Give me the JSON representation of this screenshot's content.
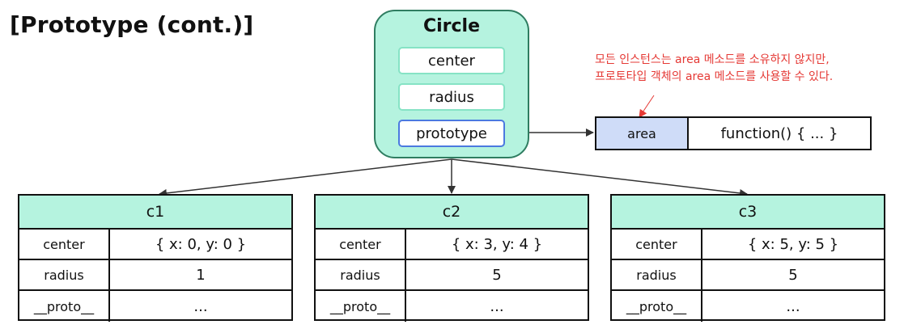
{
  "title": "[Prototype (cont.)]",
  "constructor": {
    "name": "Circle",
    "props": [
      "center",
      "radius",
      "prototype"
    ]
  },
  "note": {
    "lines": [
      "모든 인스턴스는 area 메소드를 소유하지 않지만,",
      "프로토타입 객체의 area 메소드를 사용할 수 있다."
    ]
  },
  "prototype_object": {
    "key": "area",
    "value": "function() { ... }"
  },
  "instances": [
    {
      "name": "c1",
      "rows": [
        {
          "key": "center",
          "value": "{ x: 0, y: 0 }"
        },
        {
          "key": "radius",
          "value": "1"
        },
        {
          "key": "__proto__",
          "value": "..."
        }
      ]
    },
    {
      "name": "c2",
      "rows": [
        {
          "key": "center",
          "value": "{ x: 3, y: 4 }"
        },
        {
          "key": "radius",
          "value": "5"
        },
        {
          "key": "__proto__",
          "value": "..."
        }
      ]
    },
    {
      "name": "c3",
      "rows": [
        {
          "key": "center",
          "value": "{ x: 5, y: 5 }"
        },
        {
          "key": "radius",
          "value": "5"
        },
        {
          "key": "__proto__",
          "value": "..."
        }
      ]
    }
  ],
  "colors": {
    "mint": "#b5f3df",
    "proto_blue": "#cfdcf8",
    "note_red": "#e53935",
    "outline_green": "#2f7d61"
  }
}
